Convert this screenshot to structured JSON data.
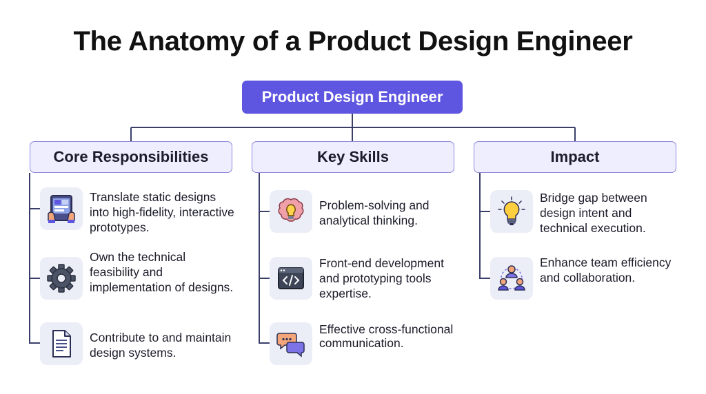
{
  "title": "The Anatomy of a Product Design Engineer",
  "root": {
    "label": "Product Design Engineer"
  },
  "columns": [
    {
      "header": "Core Responsibilities",
      "items": [
        {
          "icon": "tablet-touch-icon",
          "text": "Translate static designs into high-fidelity, interactive prototypes."
        },
        {
          "icon": "gear-icon",
          "text": "Own the technical feasibility and implementation of designs."
        },
        {
          "icon": "document-icon",
          "text": "Contribute to and maintain design systems."
        }
      ]
    },
    {
      "header": "Key Skills",
      "items": [
        {
          "icon": "brain-bulb-icon",
          "text": "Problem-solving and analytical thinking."
        },
        {
          "icon": "code-window-icon",
          "text": "Front-end development and prototyping tools expertise."
        },
        {
          "icon": "chat-bubbles-icon",
          "text": "Effective cross-functional communication."
        }
      ]
    },
    {
      "header": "Impact",
      "items": [
        {
          "icon": "lightbulb-icon",
          "text": "Bridge gap between design intent and technical execution."
        },
        {
          "icon": "team-icon",
          "text": "Enhance team efficiency and collaboration."
        }
      ]
    }
  ],
  "colors": {
    "accent": "#5e55e0",
    "header_bg": "#eeeeff",
    "header_border": "#8c86d8",
    "connector": "#3a3f6a",
    "icon_bg": "#eceef7"
  }
}
